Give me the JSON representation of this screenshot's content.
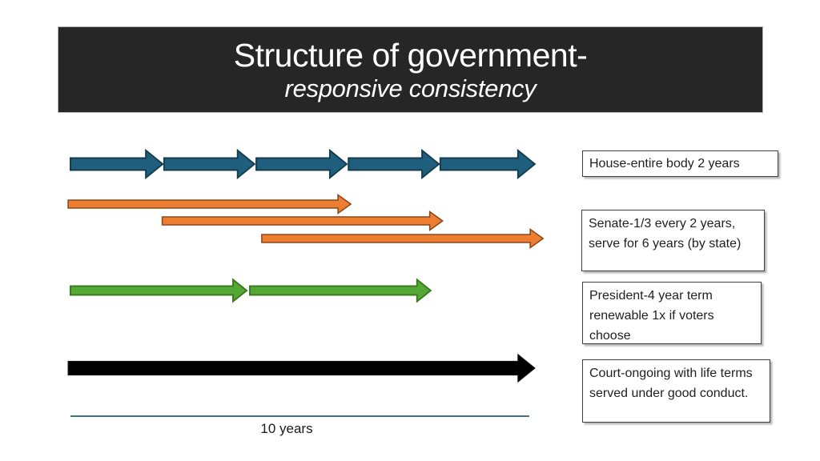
{
  "slide": {
    "header": {
      "title": "Structure of government-",
      "subtitle": "responsive consistency",
      "bg_color": "#262626",
      "text_color": "#ffffff"
    },
    "diagram": {
      "axis": {
        "label": "10 years",
        "years": 10,
        "color": "#44708c"
      },
      "rows": [
        {
          "id": "house",
          "caption": "House-entire body 2 years",
          "fill": "#1f5f7d",
          "stroke": "#153e50",
          "segments": [
            [
              0,
              2.01
            ],
            [
              2.04,
              4.01
            ],
            [
              4.05,
              6.02
            ],
            [
              6.06,
              8.03
            ],
            [
              8.06,
              10.12
            ]
          ]
        },
        {
          "id": "senate",
          "caption": "Senate-1/3 every 2 years, serve for 6 years (by state)",
          "fill": "#ed7d31",
          "stroke": "#8c4a1d",
          "segments": [
            [
              -0.05,
              6.11
            ],
            [
              2.0,
              8.11
            ],
            [
              4.17,
              10.3
            ]
          ]
        },
        {
          "id": "president",
          "caption": "President-4 year term renewable 1x if voters choose",
          "fill": "#54a833",
          "stroke": "#3a7b21",
          "segments": [
            [
              0,
              3.84
            ],
            [
              3.91,
              7.85
            ]
          ]
        },
        {
          "id": "court",
          "caption": "Court-ongoing with life terms served under good conduct.",
          "fill": "#000000",
          "stroke": "#141414",
          "segments": [
            [
              -0.05,
              10.12
            ]
          ]
        }
      ]
    }
  }
}
